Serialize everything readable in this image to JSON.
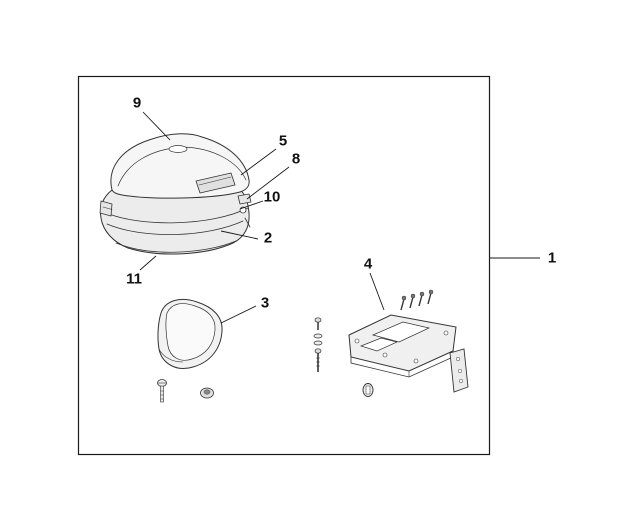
{
  "diagram": {
    "type": "exploded-parts-diagram",
    "subject": "motorcycle top box with mounting hardware",
    "callouts": {
      "c1": "1",
      "c2": "2",
      "c3": "3",
      "c4": "4",
      "c5": "5",
      "c8": "8",
      "c9": "9",
      "c10": "10",
      "c11": "11"
    },
    "colors": {
      "line": "#2b2b2b",
      "frame": "#1a1a1a",
      "fill_light": "#f5f5f5",
      "fill_mid": "#e8e8e8",
      "background": "#ffffff"
    }
  }
}
